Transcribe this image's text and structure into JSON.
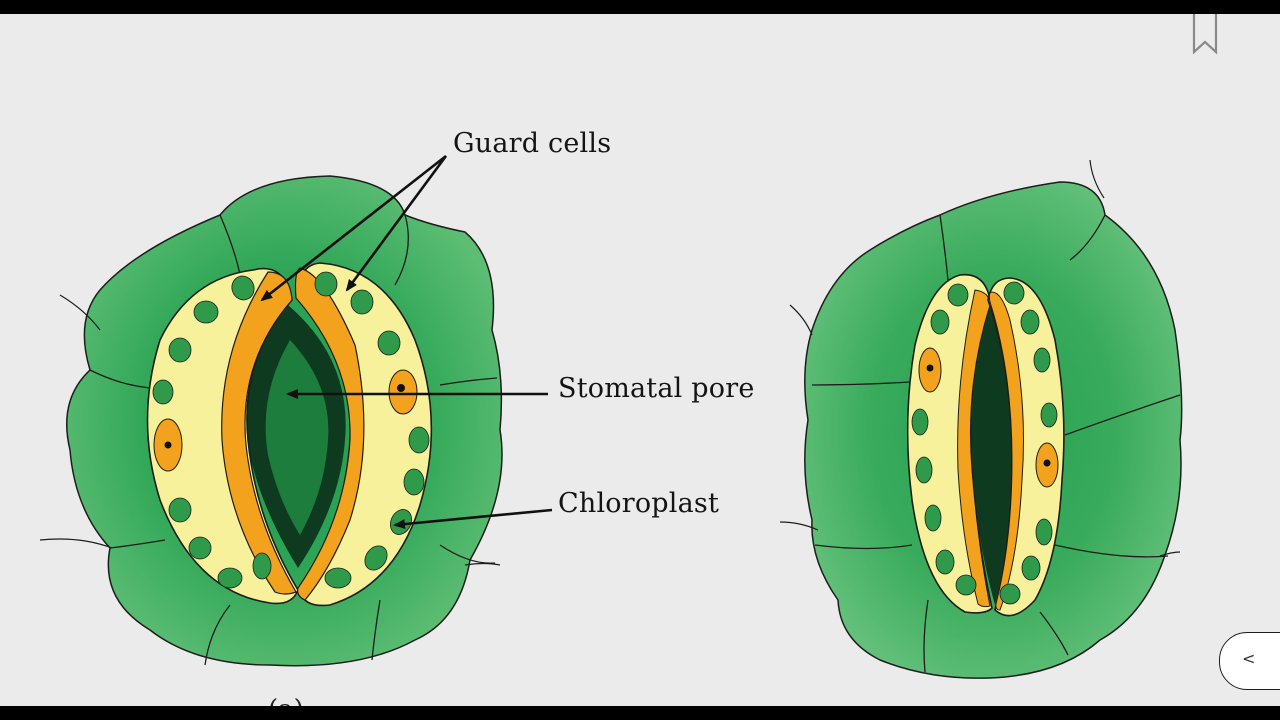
{
  "labels": {
    "guard_cells": "Guard cells",
    "stomatal_pore": "Stomatal pore",
    "chloroplast": "Chloroplast",
    "subfigure_a": "(a)"
  },
  "controls": {
    "collapse_glyph": "<"
  },
  "icons": {
    "bookmark": "bookmark-icon",
    "collapse": "chevron-left-icon"
  },
  "colors": {
    "background": "#ebebeb",
    "letterbox": "#000000",
    "epidermis_green": "#3fae5f",
    "guard_cell_yellow": "#f6f19a",
    "cell_wall_orange": "#f3a21d",
    "chloroplast_green": "#2f9a4a",
    "pore_dark": "#0f3a22"
  }
}
